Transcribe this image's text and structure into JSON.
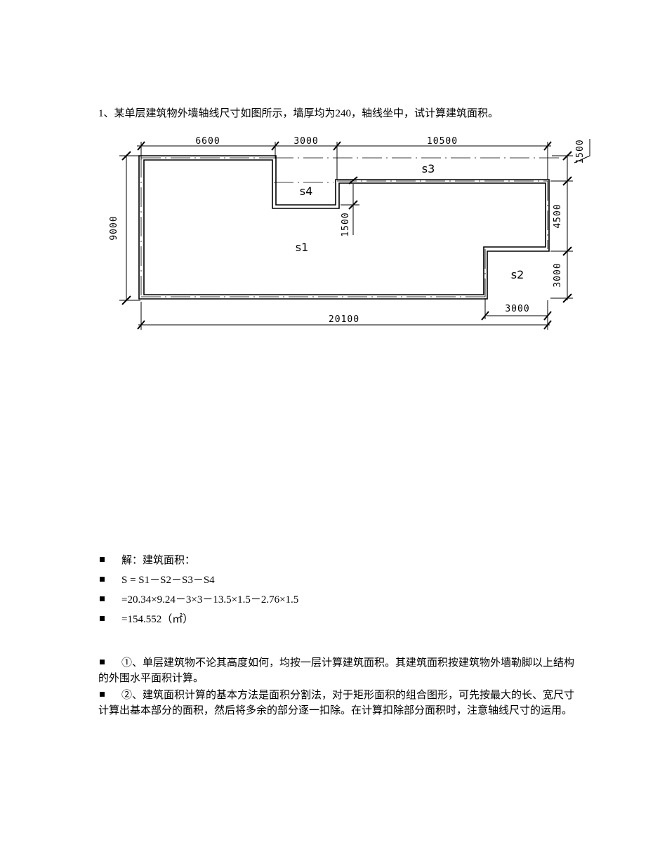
{
  "question": "1、某单层建筑物外墙轴线尺寸如图所示，墙厚均为240，轴线坐中，试计算建筑面积。",
  "figure": {
    "dims": {
      "top_6600": "6600",
      "top_3000": "3000",
      "top_10500": "10500",
      "right_1500_top": "1500",
      "left_9000": "9000",
      "mid_1500": "1500",
      "right_4500": "4500",
      "right_3000": "3000",
      "bottom_3000": "3000",
      "bottom_20100": "20100"
    },
    "regions": {
      "s1": "s1",
      "s2": "s2",
      "s3": "s3",
      "s4": "s4"
    }
  },
  "solution": [
    "解：建筑面积：",
    "S = S1－S2－S3－S4",
    "=20.34×9.24－3×3－13.5×1.5－2.76×1.5",
    "=154.552（㎡）"
  ],
  "notes": [
    "①、单层建筑物不论其高度如何，均按一层计算建筑面积。其建筑面积按建筑物外墙勒脚以上结构的外围水平面积计算。",
    "②、建筑面积计算的基本方法是面积分割法，对于矩形面积的组合图形，可先按最大的长、宽尺寸计算出基本部分的面积，然后将多余的部分逐一扣除。在计算扣除部分面积时，注意轴线尺寸的运用。"
  ]
}
